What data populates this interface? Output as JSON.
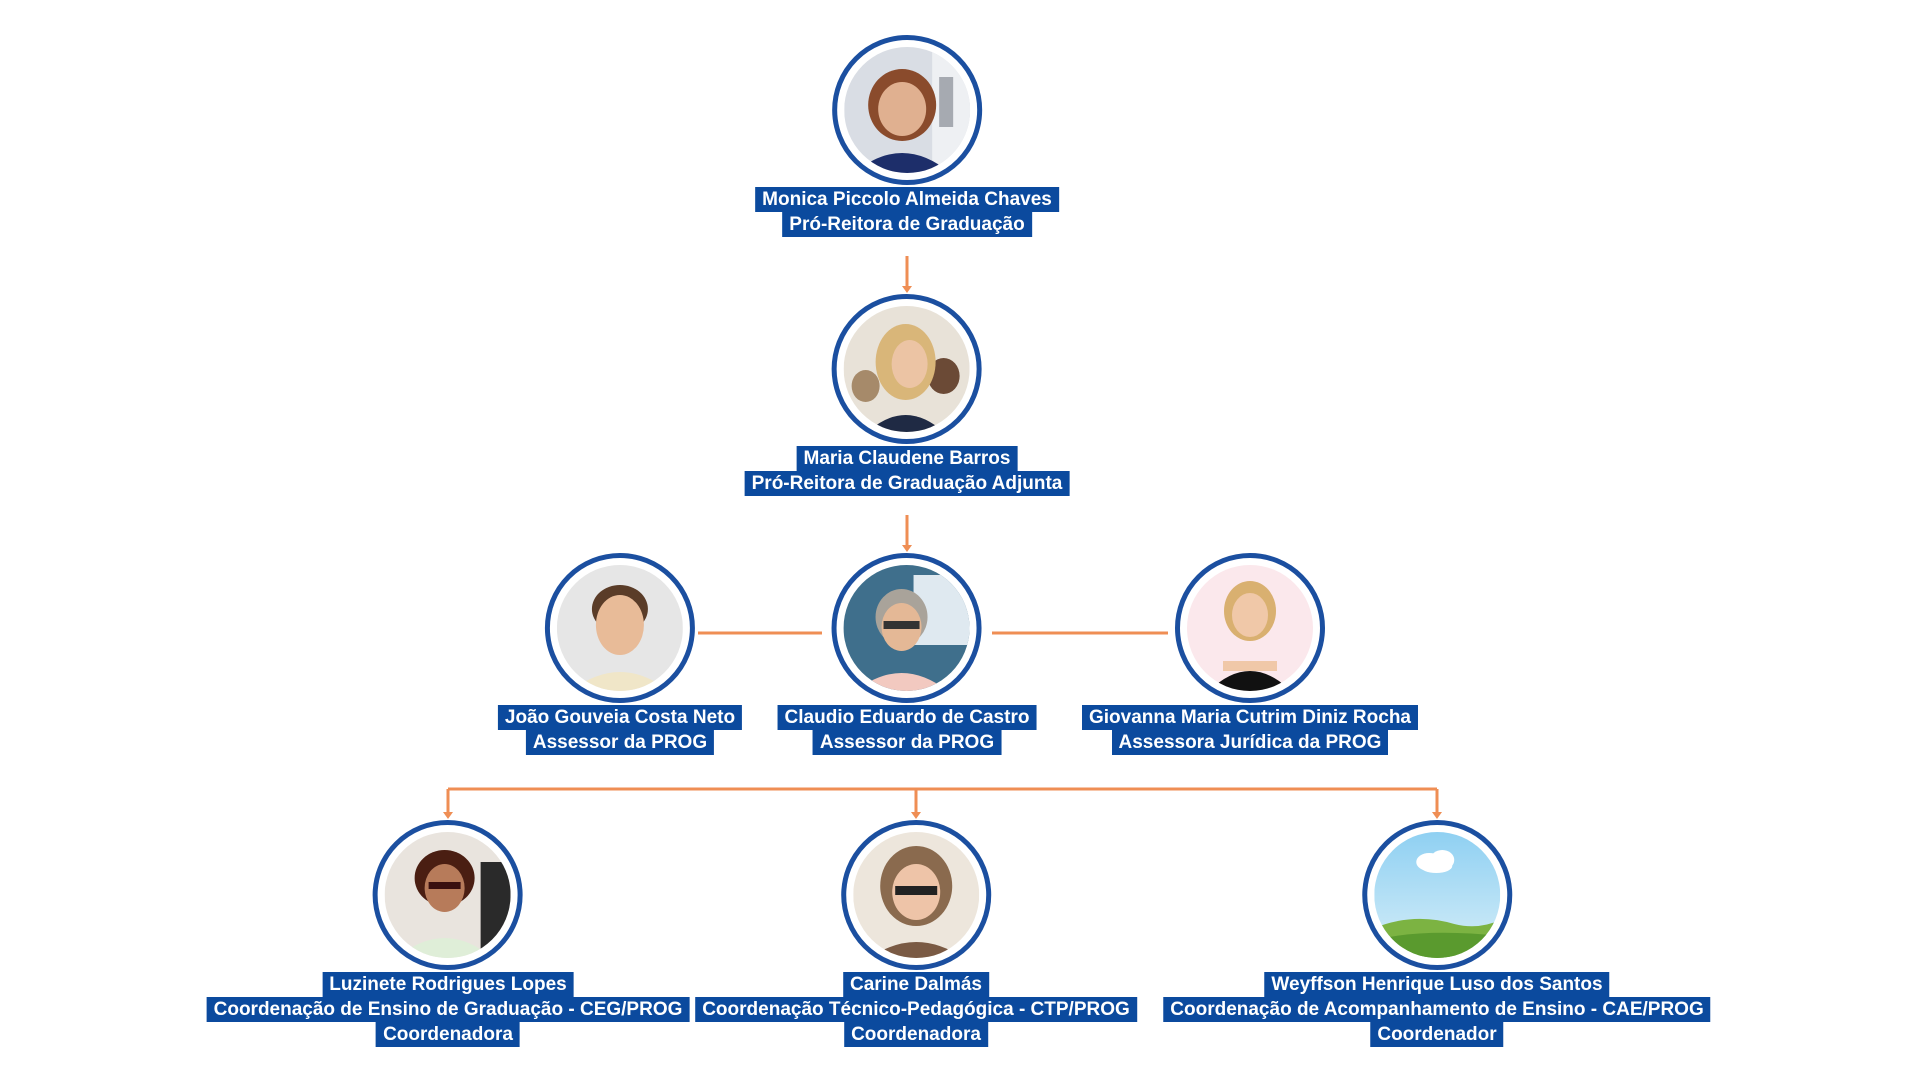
{
  "colors": {
    "label_background": "#0b4a9e",
    "label_text": "#ffffff",
    "photo_border": "#1b4fa0",
    "connector": "#ef8e54"
  },
  "nodes": {
    "monica": {
      "name": "Monica Piccolo Almeida Chaves",
      "role": "Pró-Reitora de Graduação",
      "photo": "portrait-photo"
    },
    "maria": {
      "name": "Maria Claudene Barros",
      "role": "Pró-Reitora de Graduação Adjunta",
      "photo": "portrait-photo"
    },
    "joao": {
      "name": "João Gouveia Costa Neto",
      "role": "Assessor da PROG",
      "photo": "portrait-photo"
    },
    "claudio": {
      "name": "Claudio Eduardo de Castro",
      "role": "Assessor da PROG",
      "photo": "portrait-photo"
    },
    "giovanna": {
      "name": "Giovanna Maria Cutrim Diniz Rocha",
      "role": "Assessora Jurídica da PROG",
      "photo": "portrait-photo"
    },
    "luzinete": {
      "name": "Luzinete Rodrigues Lopes",
      "unit": "Coordenação de Ensino de Graduação - CEG/PROG",
      "role": "Coordenadora",
      "photo": "portrait-photo"
    },
    "carine": {
      "name": "Carine Dalmás",
      "unit": "Coordenação Técnico-Pedagógica - CTP/PROG",
      "role": "Coordenadora",
      "photo": "portrait-photo"
    },
    "weyffson": {
      "name": "Weyffson Henrique Luso dos Santos",
      "unit": "Coordenação de Acompanhamento de Ensino - CAE/PROG",
      "role": "Coordenador",
      "photo": "landscape-placeholder-icon"
    }
  }
}
